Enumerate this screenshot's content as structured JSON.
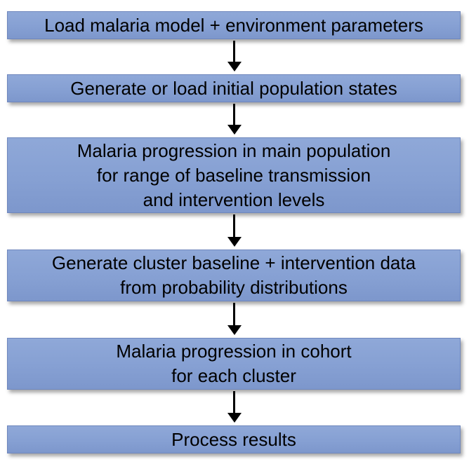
{
  "flowchart": {
    "steps": [
      {
        "lines": [
          "Load malaria model + environment parameters"
        ]
      },
      {
        "lines": [
          "Generate or load initial population states"
        ]
      },
      {
        "lines": [
          "Malaria progression in main population",
          "for range of baseline transmission",
          "and intervention levels"
        ]
      },
      {
        "lines": [
          "Generate cluster baseline + intervention data",
          "from probability distributions"
        ]
      },
      {
        "lines": [
          "Malaria progression in cohort",
          "for each cluster"
        ]
      },
      {
        "lines": [
          "Process results"
        ]
      }
    ],
    "colors": {
      "box_fill": "#8aa3d6",
      "box_border": "#6f87bd",
      "arrow": "#000000",
      "text": "#000000"
    }
  }
}
